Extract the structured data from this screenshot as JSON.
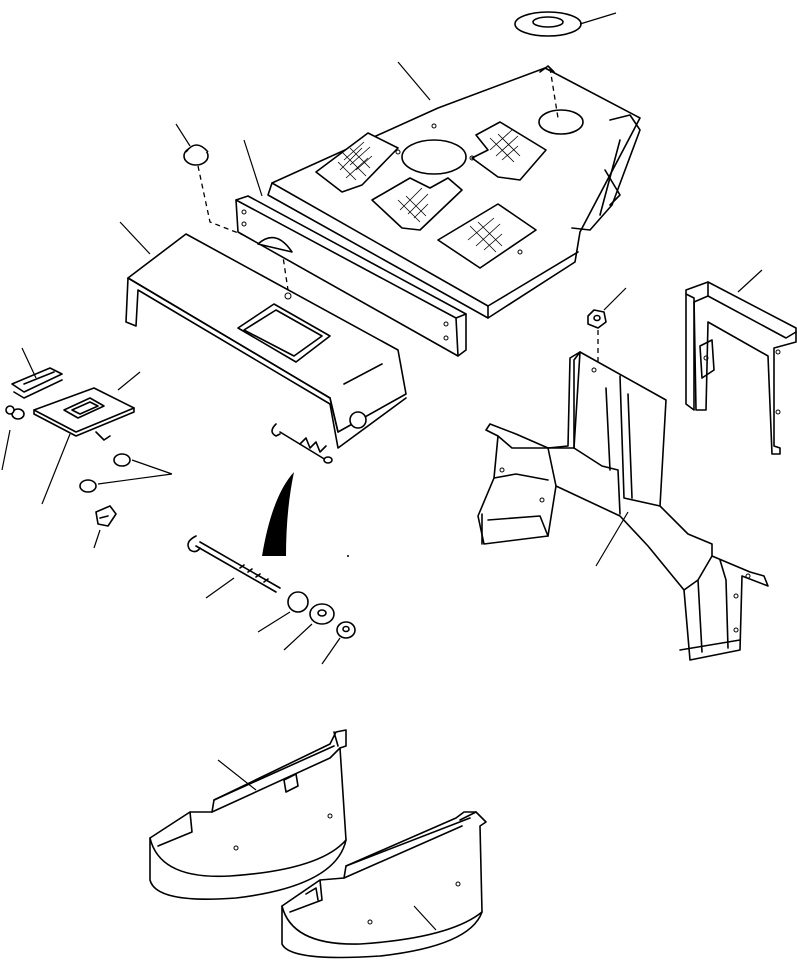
{
  "diagram": {
    "kind": "exploded-parts-view",
    "parts": [
      "top-cover-plate",
      "grommet-ring",
      "rubber-plug",
      "side-panel-strip",
      "hood-cover",
      "hinge-bracket",
      "access-lid",
      "small-clip",
      "cap-plugs",
      "latch-clip",
      "hood-prop-rod",
      "support-rod",
      "rubber-bumper",
      "washer",
      "nut",
      "mounting-nut",
      "rear-frame-bracket",
      "main-support-frame",
      "left-fender-guard",
      "right-fender-guard"
    ],
    "colors": {
      "stroke": "#000000",
      "background": "#ffffff"
    }
  }
}
